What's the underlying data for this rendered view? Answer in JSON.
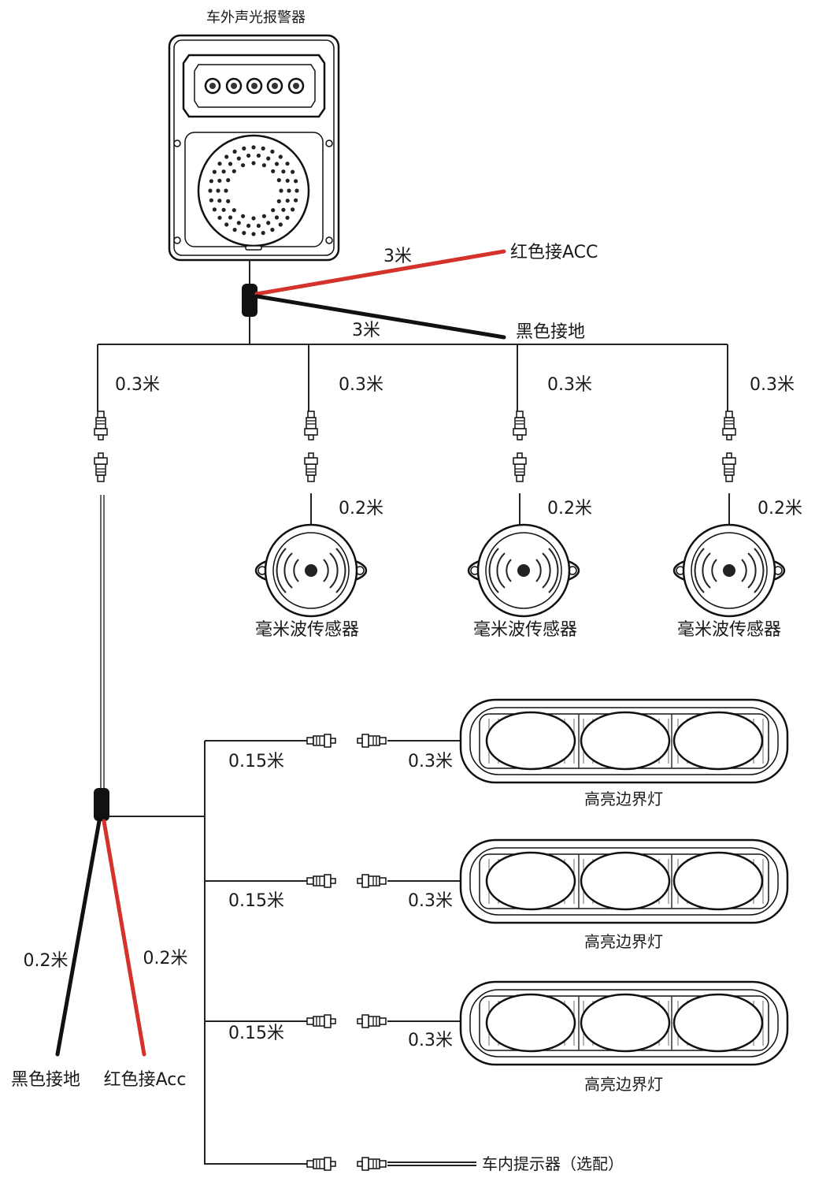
{
  "title": "车外声光报警器",
  "main_wires": {
    "red_length": "3米",
    "red_label": "红色接ACC",
    "black_length": "3米",
    "black_label": "黑色接地"
  },
  "branch_lengths": [
    "0.3米",
    "0.3米",
    "0.3米",
    "0.3米"
  ],
  "sensors": [
    {
      "lead": "0.2米",
      "label": "毫米波传感器"
    },
    {
      "lead": "0.2米",
      "label": "毫米波传感器"
    },
    {
      "lead": "0.2米",
      "label": "毫米波传感器"
    }
  ],
  "lights": [
    {
      "wire": "0.15米",
      "lead": "0.3米",
      "label": "高亮边界灯"
    },
    {
      "wire": "0.15米",
      "lead": "0.3米",
      "label": "高亮边界灯"
    },
    {
      "wire": "0.15米",
      "lead": "0.3米",
      "label": "高亮边界灯"
    }
  ],
  "bottom_wires": {
    "black_length": "0.2米",
    "black_label": "黑色接地",
    "red_length": "0.2米",
    "red_label": "红色接Acc"
  },
  "indicator_label": "车内提示器（选配）",
  "colors": {
    "red_wire": "#d4322b",
    "black_wire": "#111111"
  }
}
